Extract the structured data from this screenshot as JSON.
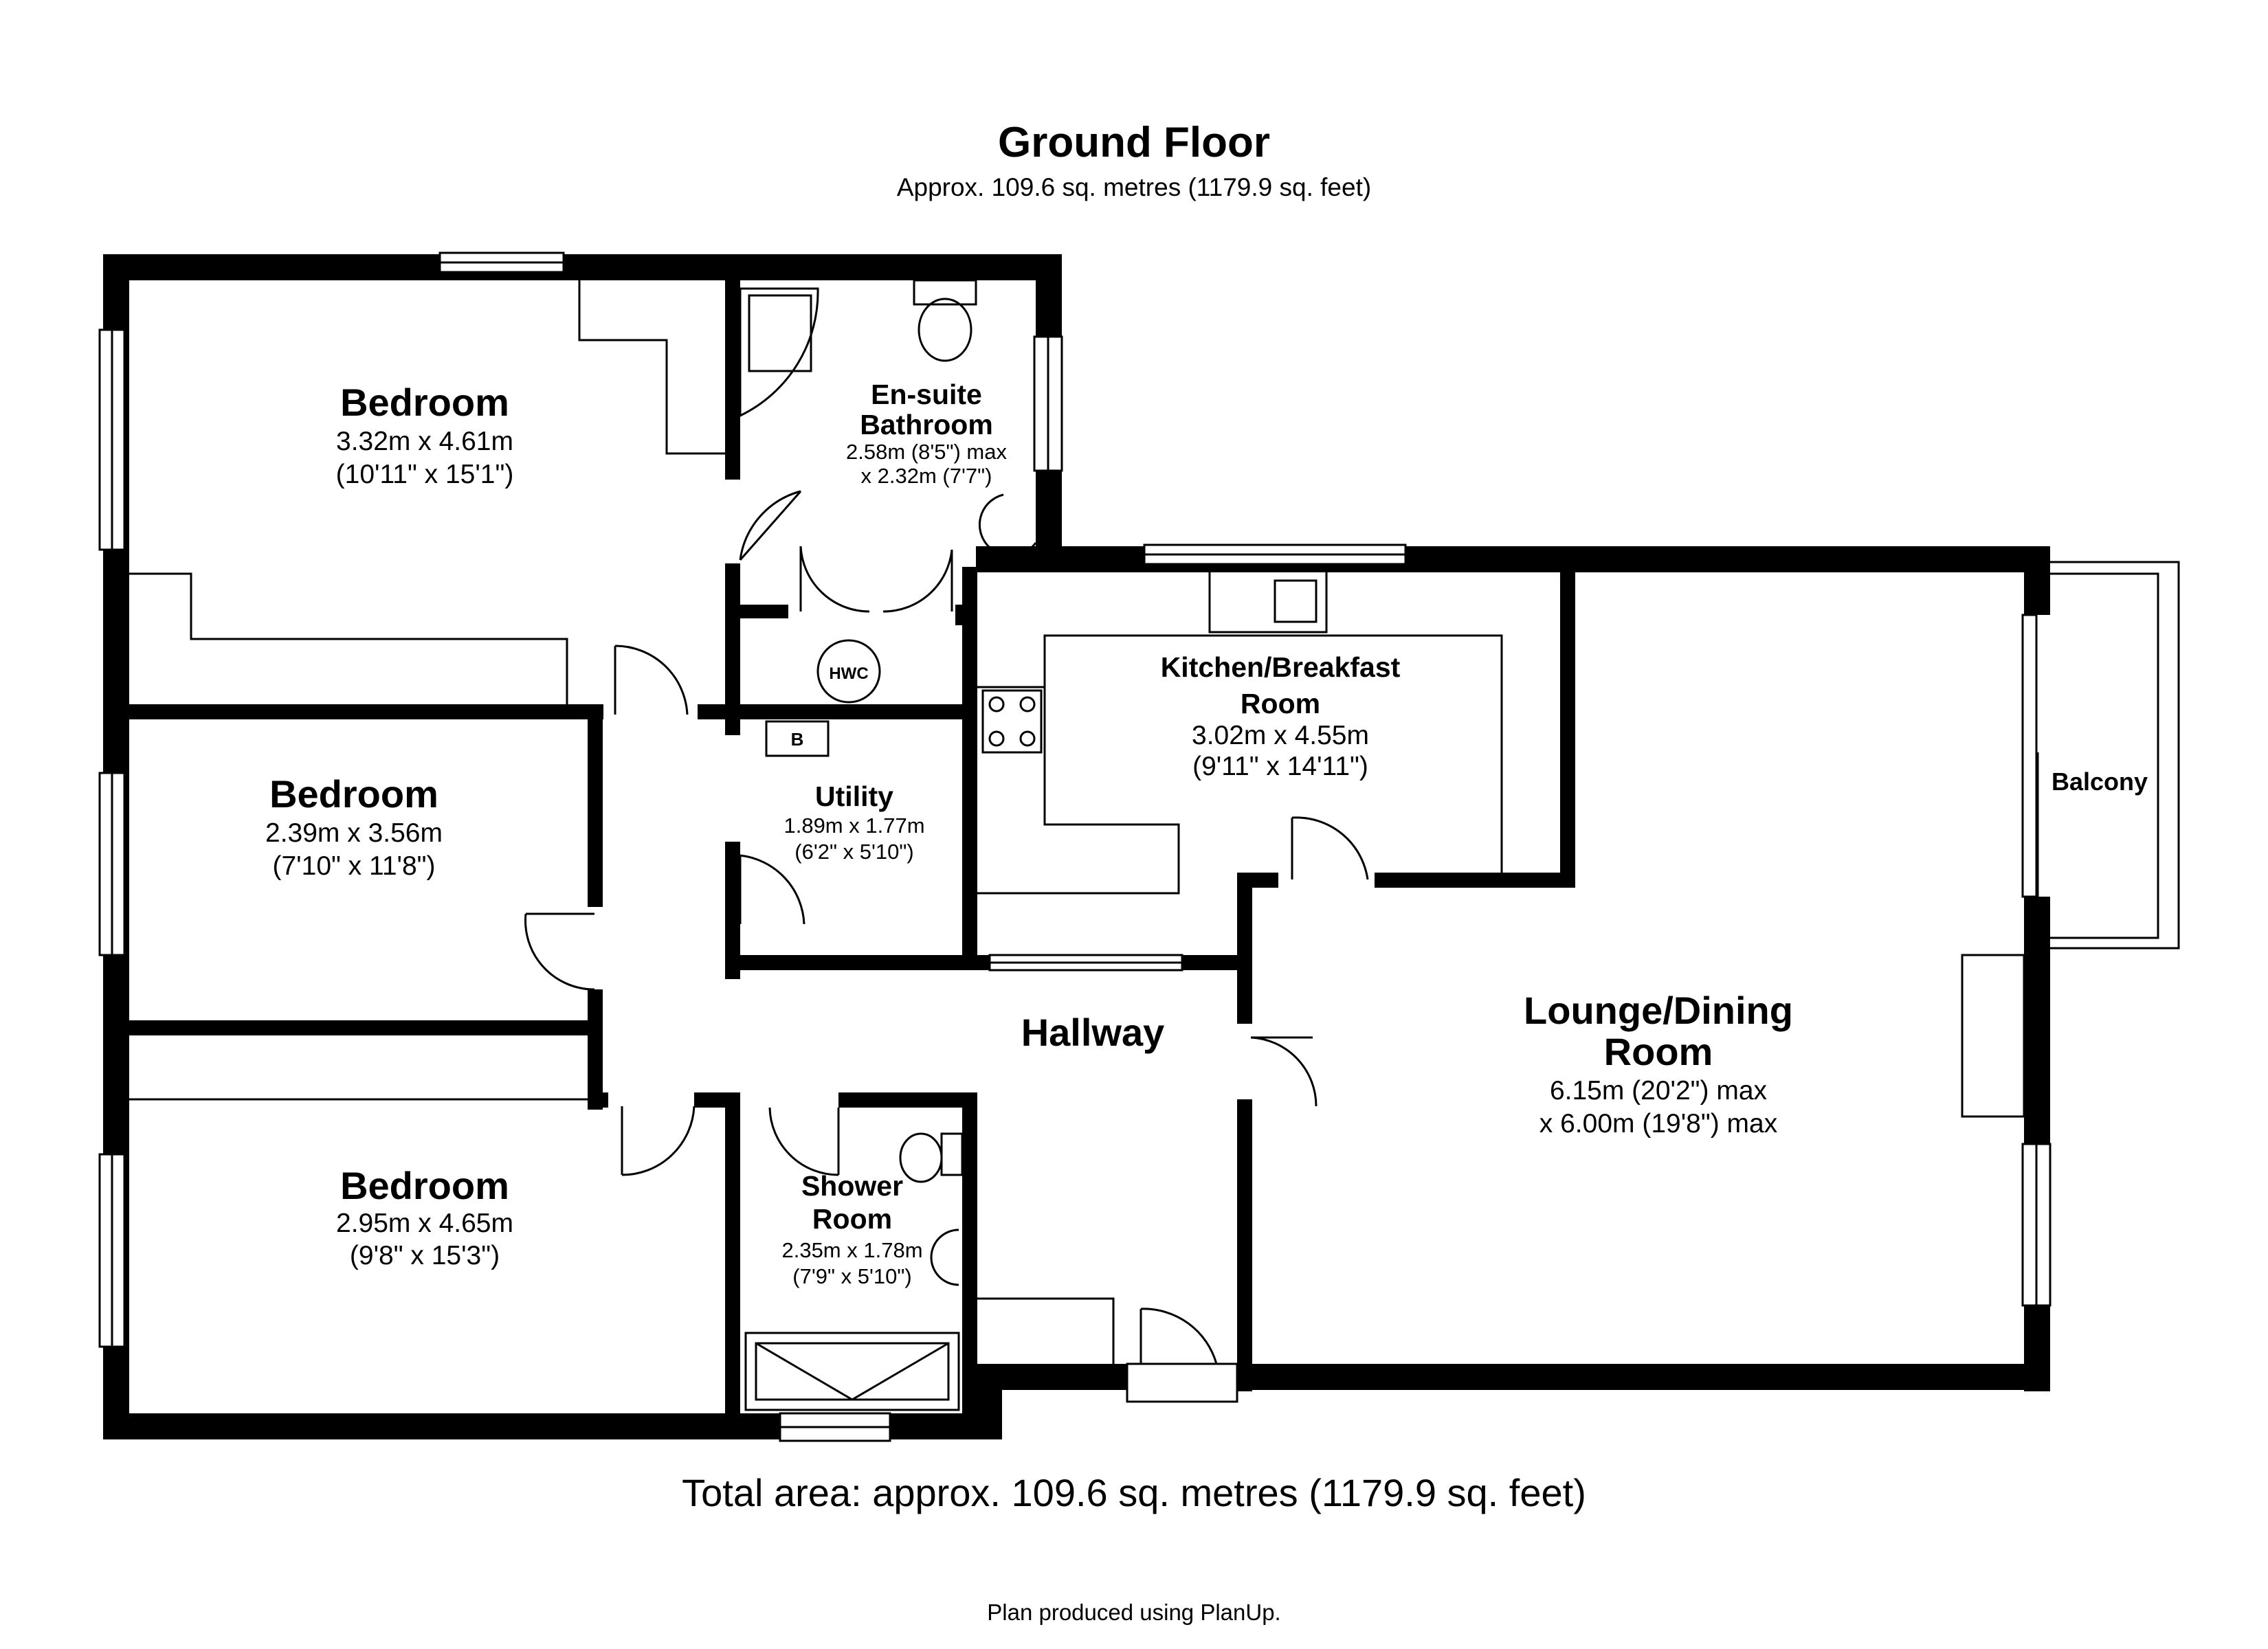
{
  "header": {
    "title": "Ground Floor",
    "subtitle": "Approx. 109.6 sq. metres (1179.9 sq. feet)"
  },
  "rooms": {
    "bedroom1": {
      "name": "Bedroom",
      "dim_m": "3.32m x 4.61m",
      "dim_ft": "(10'11\" x 15'1\")"
    },
    "ensuite": {
      "name_line1": "En-suite",
      "name_line2": "Bathroom",
      "dim_line1": "2.58m (8'5\") max",
      "dim_line2": "x 2.32m (7'7\")"
    },
    "bedroom2": {
      "name": "Bedroom",
      "dim_m": "2.39m x 3.56m",
      "dim_ft": "(7'10\" x 11'8\")"
    },
    "utility": {
      "name": "Utility",
      "dim_m": "1.89m x 1.77m",
      "dim_ft": "(6'2\" x 5'10\")"
    },
    "kitchen": {
      "name_line1": "Kitchen/Breakfast",
      "name_line2": "Room",
      "dim_m": "3.02m x 4.55m",
      "dim_ft": "(9'11\" x 14'11\")"
    },
    "balcony": {
      "name": "Balcony"
    },
    "hallway": {
      "name": "Hallway"
    },
    "lounge": {
      "name_line1": "Lounge/Dining",
      "name_line2": "Room",
      "dim_line1": "6.15m (20'2\") max",
      "dim_line2": "x 6.00m (19'8\") max"
    },
    "bedroom3": {
      "name": "Bedroom",
      "dim_m": "2.95m x 4.65m",
      "dim_ft": "(9'8\" x 15'3\")"
    },
    "shower": {
      "name_line1": "Shower",
      "name_line2": "Room",
      "dim_m": "2.35m x 1.78m",
      "dim_ft": "(7'9\" x 5'10\")"
    }
  },
  "fixtures": {
    "hwc": "HWC",
    "boiler": "B"
  },
  "footer": {
    "total_area": "Total area: approx. 109.6 sq. metres (1179.9 sq. feet)",
    "credit": "Plan produced using PlanUp."
  }
}
